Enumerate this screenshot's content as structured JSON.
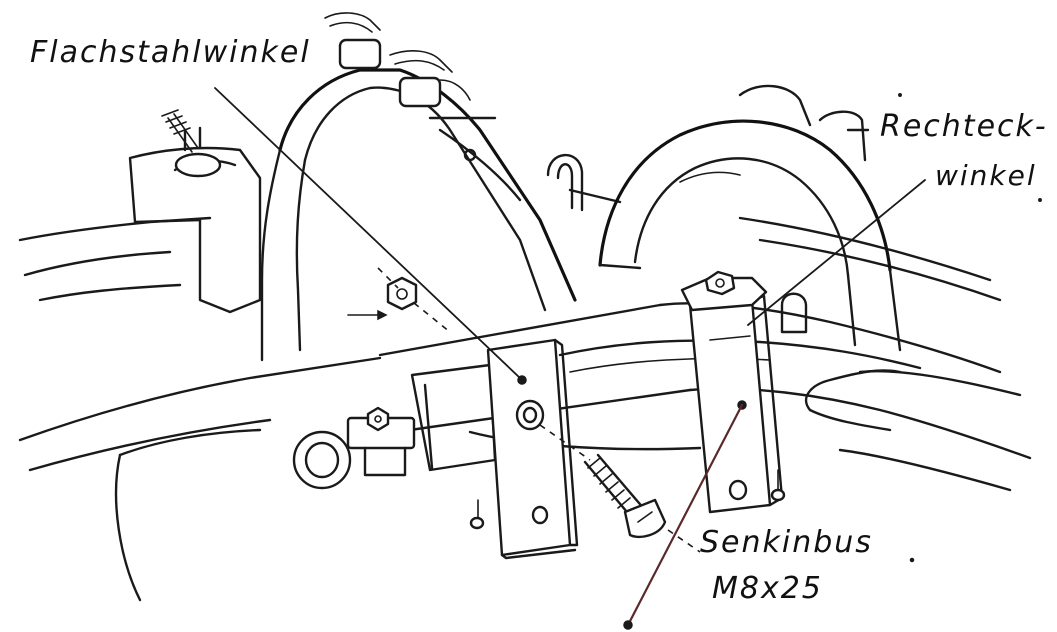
{
  "labels": {
    "flachstahlwinkel": "Flachstahlwinkel",
    "rechteck_line1": "Rechteck-",
    "rechteck_line2": "winkel",
    "senkinbus_line1": "Senkinbus",
    "senkinbus_line2": "M8x25"
  },
  "colors": {
    "ink": "#1a1a1a",
    "leader_accent": "#5a2a2a",
    "paper": "#ffffff"
  }
}
